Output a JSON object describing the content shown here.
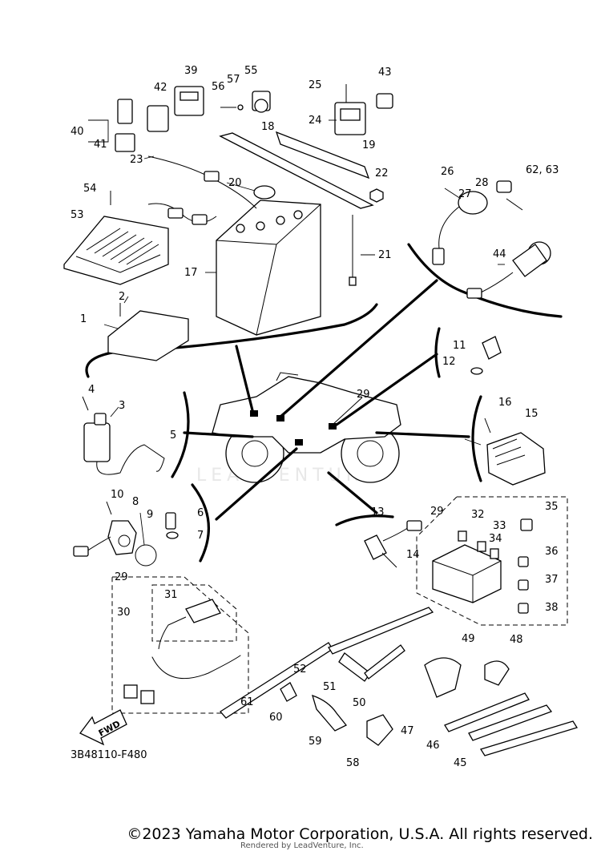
{
  "diagram": {
    "code": "3B48110-F480",
    "watermark": "LEADVENTURE",
    "fwd_label": "FWD",
    "callouts": [
      "1",
      "2",
      "3",
      "4",
      "5",
      "6",
      "7",
      "8",
      "9",
      "10",
      "11",
      "12",
      "13",
      "14",
      "15",
      "16",
      "17",
      "18",
      "19",
      "20",
      "21",
      "22",
      "23",
      "24",
      "25",
      "26",
      "27",
      "28",
      "29",
      "30",
      "31",
      "32",
      "33",
      "34",
      "35",
      "36",
      "37",
      "38",
      "39",
      "40",
      "41",
      "42",
      "43",
      "44",
      "45",
      "46",
      "47",
      "48",
      "49",
      "50",
      "51",
      "52",
      "53",
      "54",
      "55",
      "56",
      "57",
      "58",
      "59",
      "60",
      "61",
      "62, 63"
    ]
  },
  "footer": {
    "copyright": "©2023 Yamaha Motor Corporation, U.S.A. All rights reserved.",
    "rendered_by": "Rendered by LeadVenture, Inc."
  }
}
